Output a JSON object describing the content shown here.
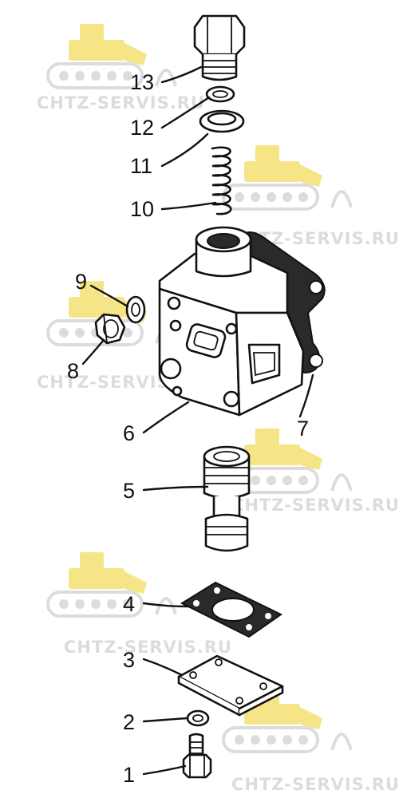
{
  "watermark": {
    "text": "CHTZ-SERVIS.RU",
    "colors": {
      "text": "#d9d9d9",
      "logo_fill": "#f5e27a"
    }
  },
  "callouts": [
    "1",
    "2",
    "3",
    "4",
    "5",
    "6",
    "7",
    "8",
    "9",
    "10",
    "11",
    "12",
    "13"
  ],
  "parts": [
    "bolt",
    "washer",
    "cover-plate",
    "gasket",
    "spool",
    "valve-body",
    "bracket",
    "nut",
    "lock-washer",
    "spring",
    "ring",
    "seal-washer",
    "plug"
  ],
  "colors": {
    "line": "#111111",
    "background": "#ffffff"
  }
}
